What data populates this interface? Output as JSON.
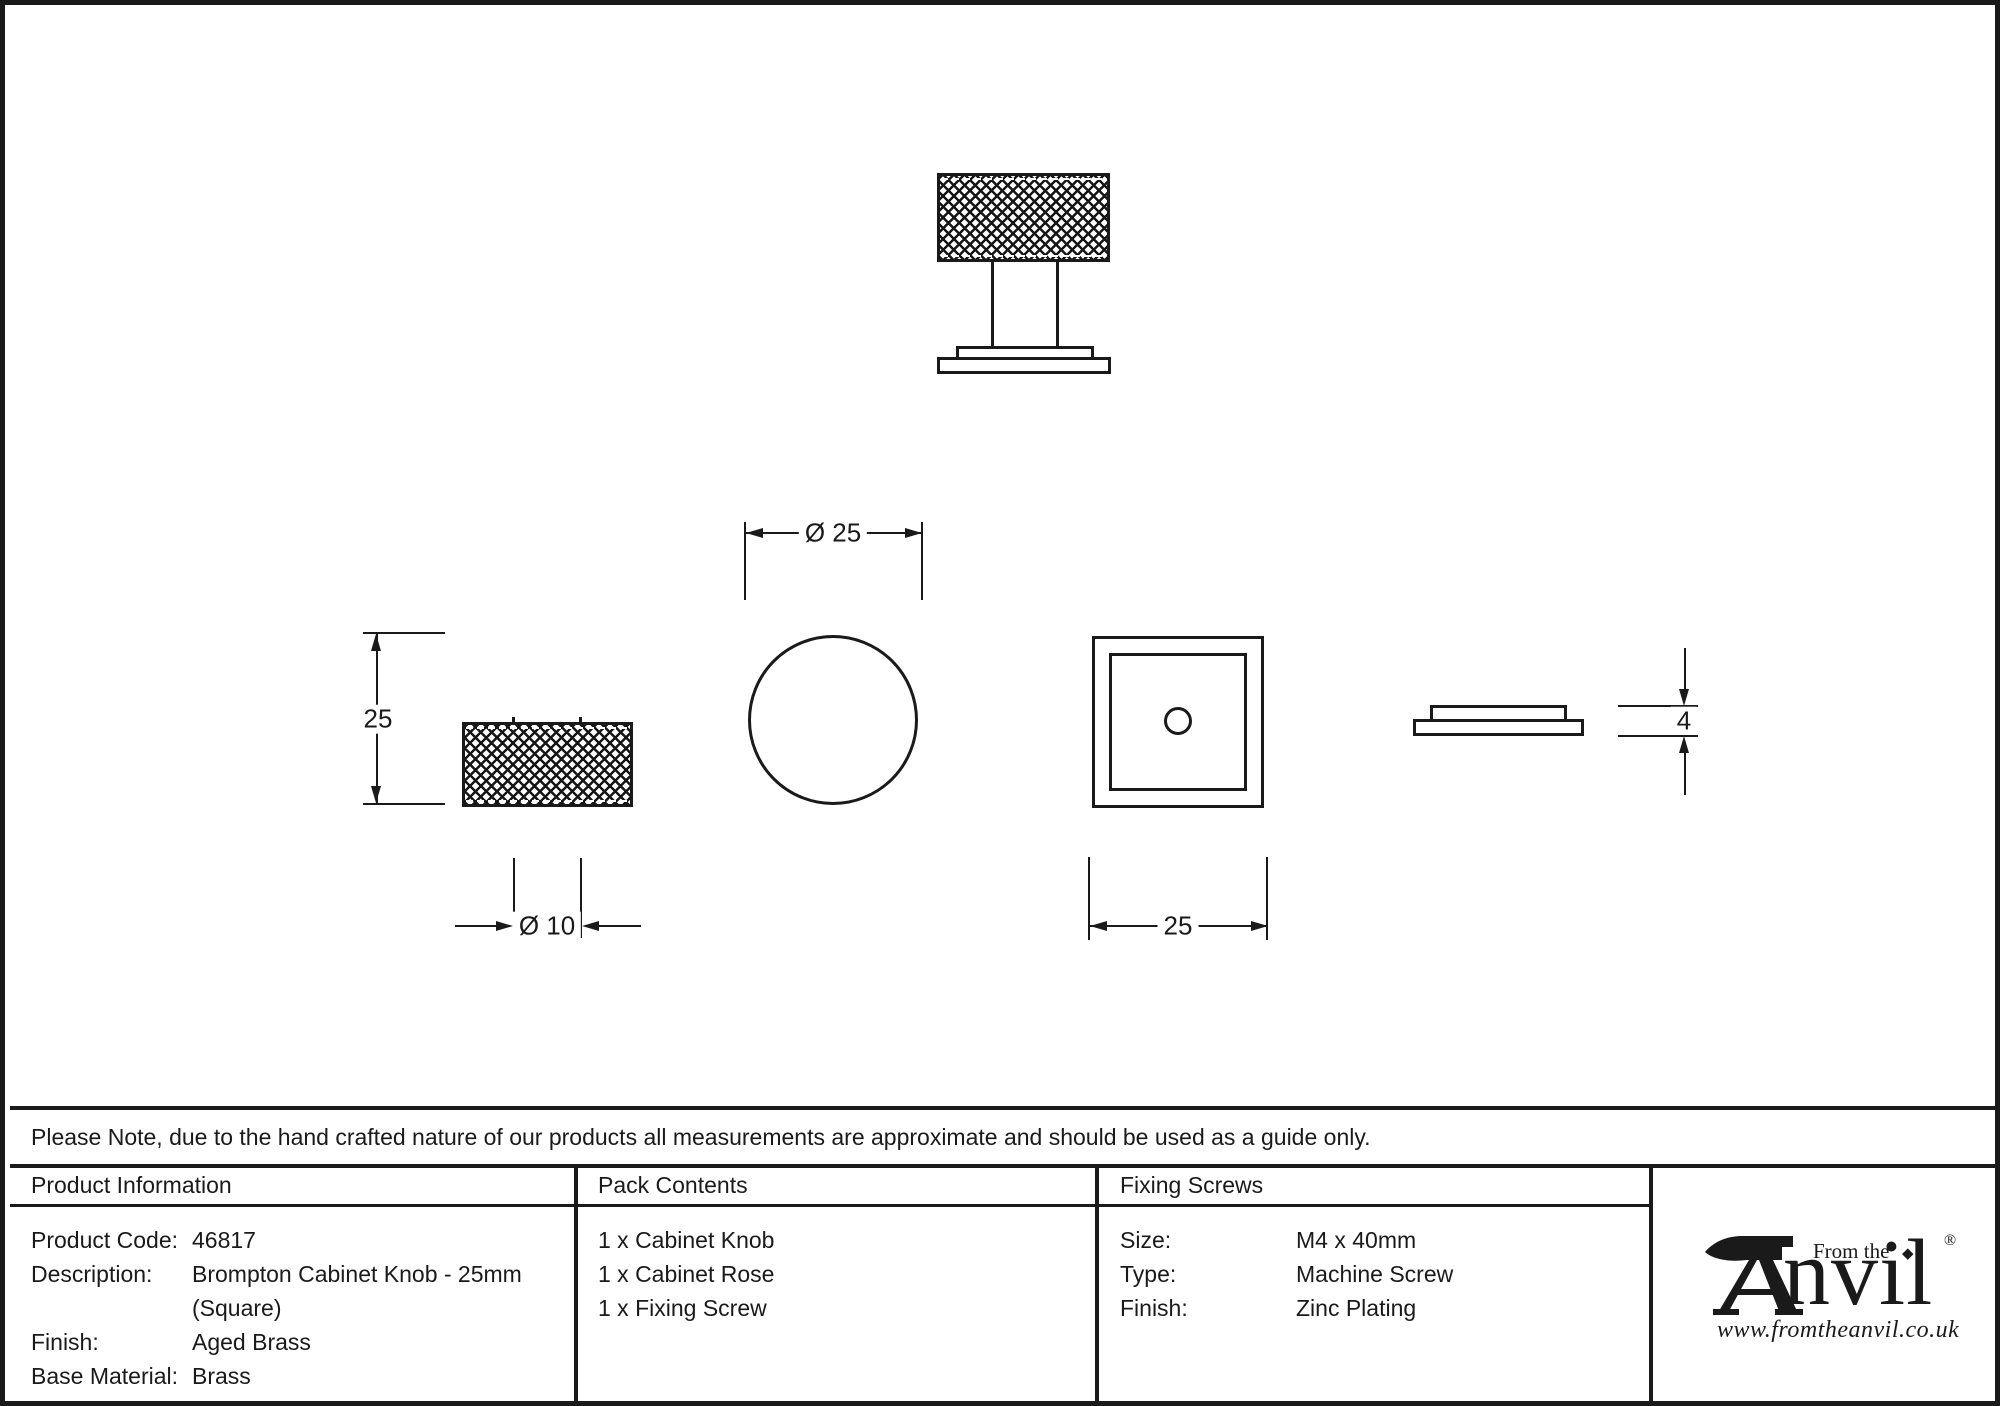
{
  "note": "Please Note, due to the hand crafted nature of our products all measurements are approximate and should be used as a guide only.",
  "product_info": {
    "title": "Product Information",
    "rows": [
      {
        "label": "Product Code:",
        "value": "46817"
      },
      {
        "label": "Description:",
        "value": "Brompton Cabinet Knob - 25mm\n(Square)"
      },
      {
        "label": "Finish:",
        "value": "Aged Brass"
      },
      {
        "label": "Base Material:",
        "value": "Brass"
      }
    ]
  },
  "pack_contents": {
    "title": "Pack Contents",
    "items": [
      "1 x Cabinet Knob",
      "1 x Cabinet Rose",
      "1 x Fixing Screw"
    ]
  },
  "fixing_screws": {
    "title": "Fixing Screws",
    "rows": [
      {
        "label": "Size:",
        "value": "M4 x 40mm"
      },
      {
        "label": "Type:",
        "value": "Machine Screw"
      },
      {
        "label": "Finish:",
        "value": "Zinc Plating"
      }
    ]
  },
  "drawings": {
    "side_view": {
      "height_label": "25",
      "stem_diameter_label": "Ø 10"
    },
    "top_view": {
      "diameter_label": "Ø 25"
    },
    "rose_front": {
      "width_label": "25"
    },
    "rose_side": {
      "thickness_label": "4"
    }
  },
  "logo": {
    "from_the": "From the",
    "brand_rest": "nvil",
    "registered": "®",
    "diamond": "◆",
    "url": "www.fromtheanvil.co.uk"
  },
  "colors": {
    "ink": "#1a1a1a",
    "paper": "#ffffff"
  }
}
